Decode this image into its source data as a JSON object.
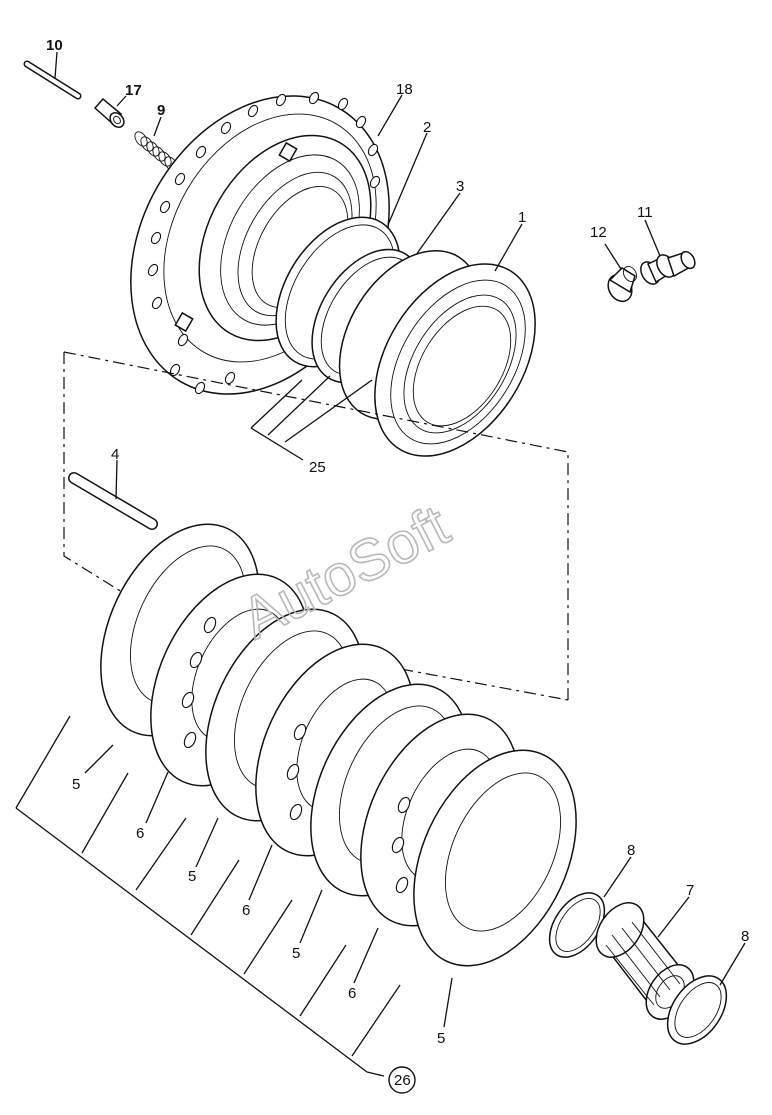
{
  "watermark": "AutoSoft",
  "callouts": {
    "c10": "10",
    "c17": "17",
    "c9": "9",
    "c18": "18",
    "c2": "2",
    "c3": "3",
    "c1": "1",
    "c11": "11",
    "c12": "12",
    "c4": "4",
    "c25": "25",
    "c5a": "5",
    "c6a": "6",
    "c5b": "5",
    "c6b": "6",
    "c5c": "5",
    "c6c": "6",
    "c5d": "5",
    "c8a": "8",
    "c7": "7",
    "c8b": "8",
    "c26": "26"
  },
  "colors": {
    "ink": "#111111",
    "paper": "#ffffff",
    "watermark": "#b8b8b8"
  }
}
